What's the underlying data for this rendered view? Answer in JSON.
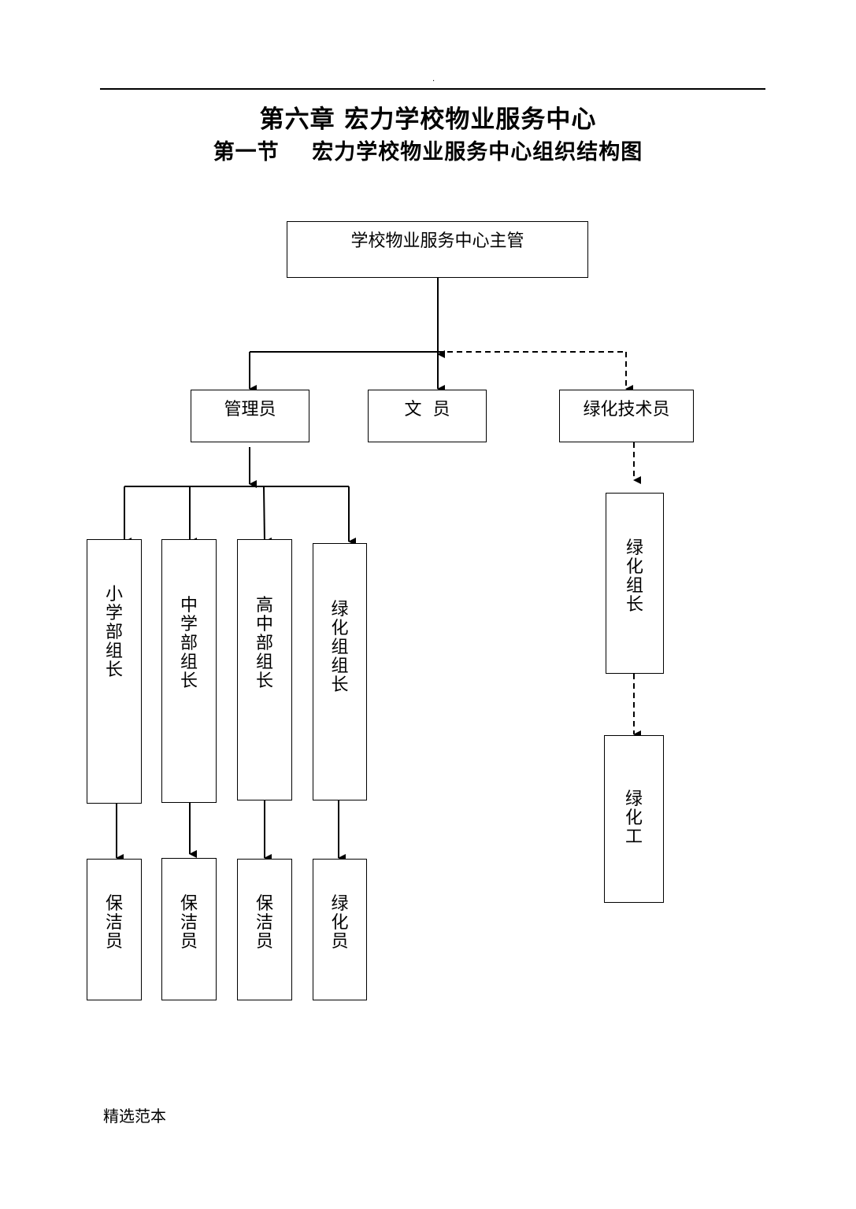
{
  "header": {
    "dot": ".",
    "chapter_title": "第六章  宏力学校物业服务中心",
    "section_title": "第一节    宏力学校物业服务中心组织结构图"
  },
  "org_chart": {
    "root": "学校物业服务中心主管",
    "level2": {
      "admin": "管理员",
      "clerk": "文  员",
      "green_tech": "绿化技术员"
    },
    "admin_groups": [
      {
        "leader": "小学部组长",
        "staff": "保洁员"
      },
      {
        "leader": "中学部组长",
        "staff": "保洁员"
      },
      {
        "leader": "高中部组长",
        "staff": "保洁员"
      },
      {
        "leader": "绿化组组长",
        "staff": "绿化员"
      }
    ],
    "green_branch": {
      "leader": "绿化组长",
      "worker": "绿化工"
    }
  },
  "footer": {
    "text": "精选范本"
  }
}
